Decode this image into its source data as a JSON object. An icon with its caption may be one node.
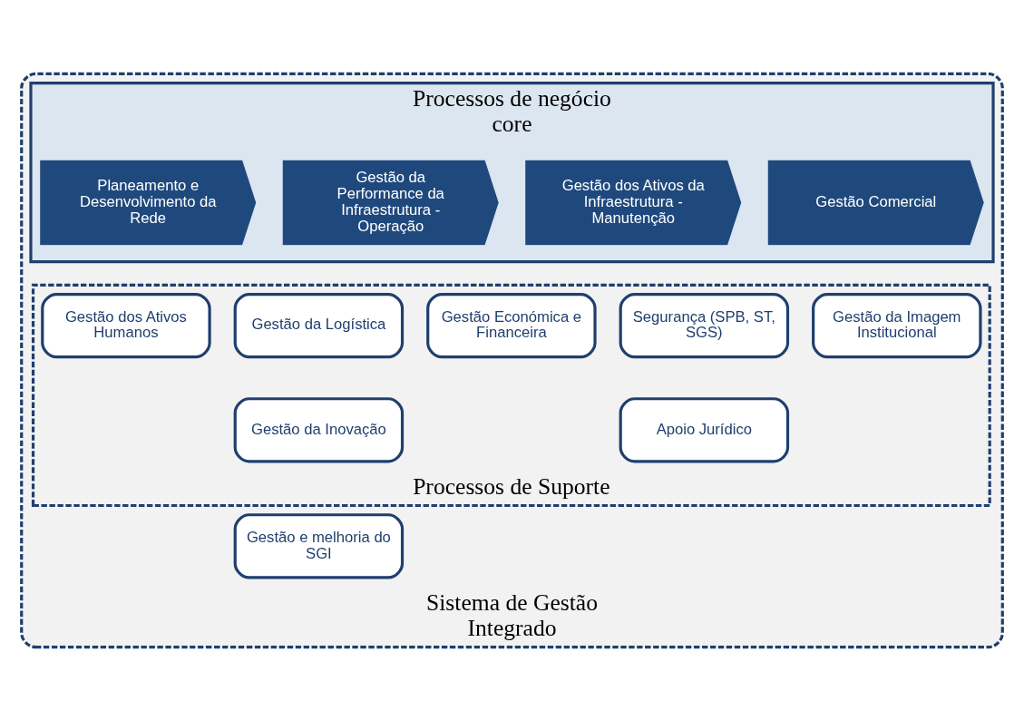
{
  "diagram": {
    "nodes": [
      {
        "text": [
          "Sistema de Gestão Integrado"
        ]
      },
      {
        "text": [
          "Processos de negócio core"
        ],
        "in": 0
      },
      {
        "text": [
          "Planeamento e Desenvolvimento da Rede"
        ],
        "in": 1
      },
      {
        "text": [
          "Gestão da Performance da Infraestrutura - Operação"
        ],
        "in": 1
      },
      {
        "text": [
          "Gestão dos Ativos da Infraestrutura - Manutenção"
        ],
        "in": 1
      },
      {
        "text": [
          "Gestão Comercial"
        ],
        "in": 1
      },
      {
        "text": [
          "Processos de Suporte"
        ],
        "in": 0
      },
      {
        "text": [
          "Gestão dos Ativos Humanos"
        ],
        "in": 6
      },
      {
        "text": [
          "Gestão da Logística"
        ],
        "in": 6
      },
      {
        "text": [
          "Gestão Económica e Financeira"
        ],
        "in": 6
      },
      {
        "text": [
          "Segurança (SPB, ST, SGS)"
        ],
        "in": 6
      },
      {
        "text": [
          "Gestão da Imagem Institucional"
        ],
        "in": 6
      },
      {
        "text": [
          "Gestão da Inovação"
        ],
        "in": 6
      },
      {
        "text": [
          "Apoio Jurídico"
        ],
        "in": 6
      },
      {
        "text": [
          "Gestão e melhoria do SGI"
        ],
        "in": 0
      }
    ]
  }
}
